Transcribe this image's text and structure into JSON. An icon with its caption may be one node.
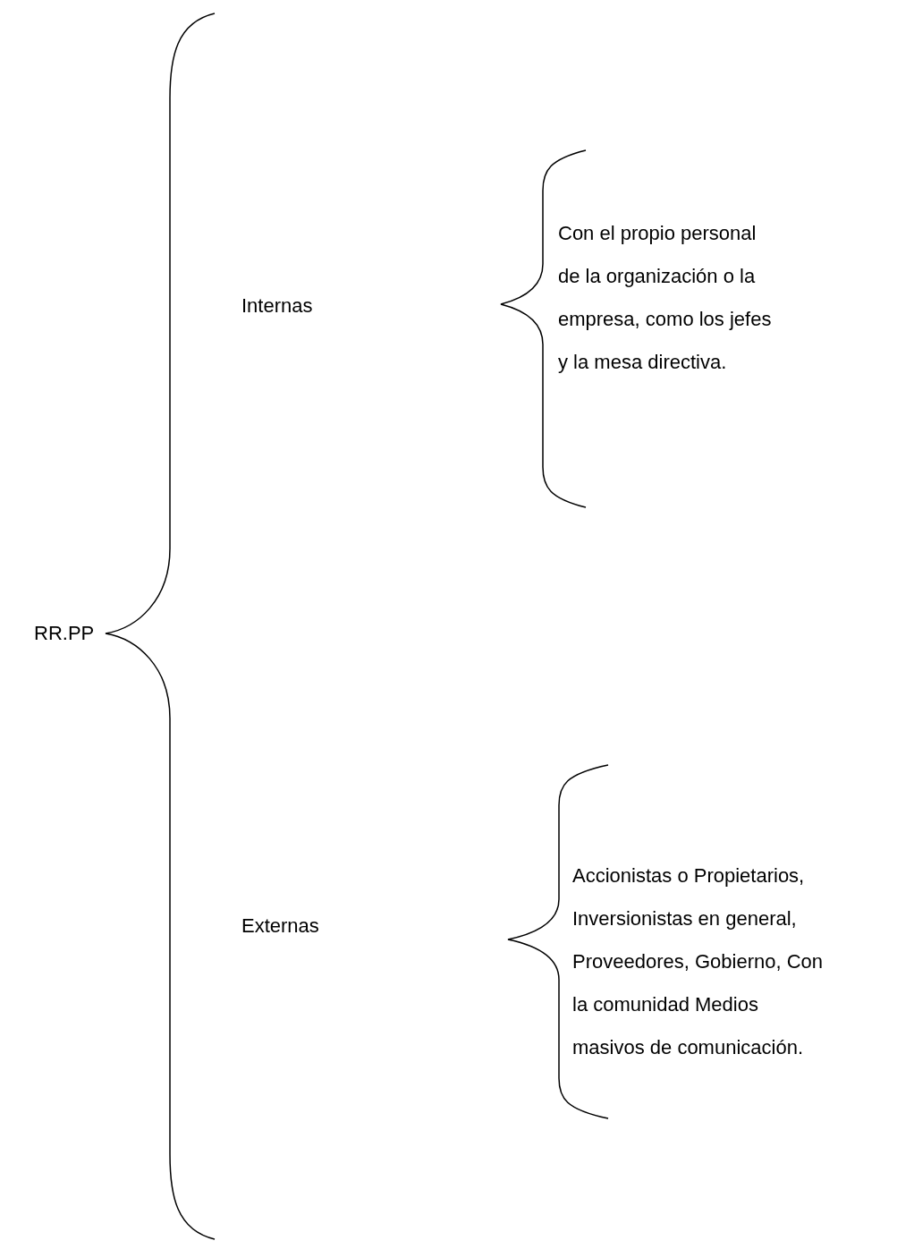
{
  "diagram": {
    "labels": [
      "RR.PP",
      "Internas",
      "Con el propio personal de la organización o la empresa, como los jefes y la mesa directiva.",
      "Externas",
      "Accionistas o Propietarios, Inversionistas en general, Proveedores, Gobierno, Con la comunidad Medios masivos de comunicación."
    ]
  }
}
